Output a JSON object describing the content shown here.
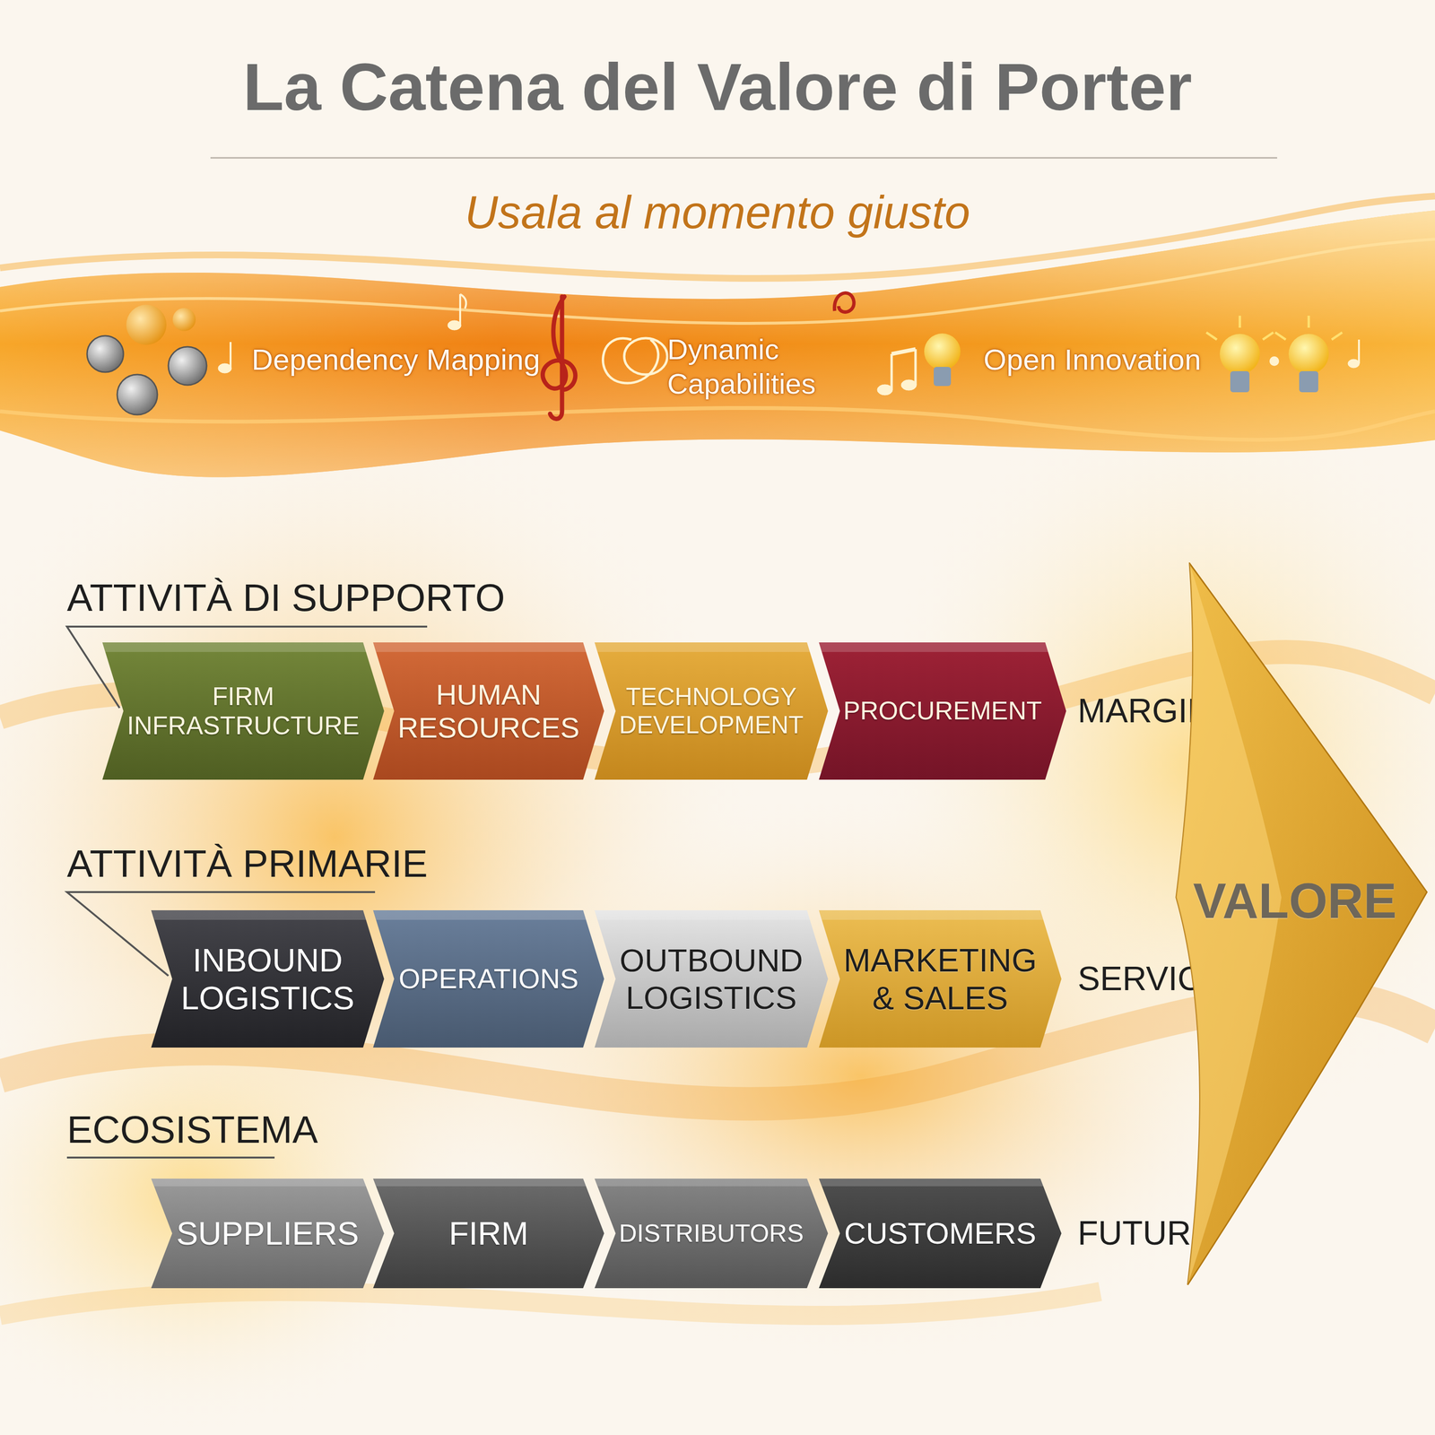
{
  "diagram": {
    "title": "La Catena del Valore di Porter",
    "nodes": [
      {
        "text": [
          "FIRM INFRASTRUCTURE"
        ]
      },
      {
        "text": [
          "HUMAN RESOURCES"
        ]
      },
      {
        "text": [
          "TECHNOLOGY DEVELOPMENT"
        ]
      },
      {
        "text": [
          "PROCUREMENT"
        ]
      },
      {
        "text": [
          "INBOUND LOGISTICS"
        ]
      },
      {
        "text": [
          "OPERATIONS"
        ]
      },
      {
        "text": [
          "OUTBOUND LOGISTICS"
        ]
      },
      {
        "text": [
          "MARKETING & SALES"
        ]
      },
      {
        "text": [
          "SUPPLIERS"
        ]
      },
      {
        "text": [
          "FIRM"
        ]
      },
      {
        "text": [
          "DISTRIBUTORS"
        ]
      },
      {
        "text": [
          "CUSTOMERS"
        ]
      },
      {
        "text": [
          "VALORE"
        ]
      }
    ],
    "labels": [
      "Usala al momento giusto",
      "Dependency Mapping",
      "Dynamic Capabilities",
      "Open Innovation",
      "ATTIVITÀ DI SUPPORTO",
      "MARGIN",
      "ATTIVITÀ PRIMARIE",
      "SERVICE",
      "ECOSISTEMA",
      "FUTURE"
    ]
  }
}
